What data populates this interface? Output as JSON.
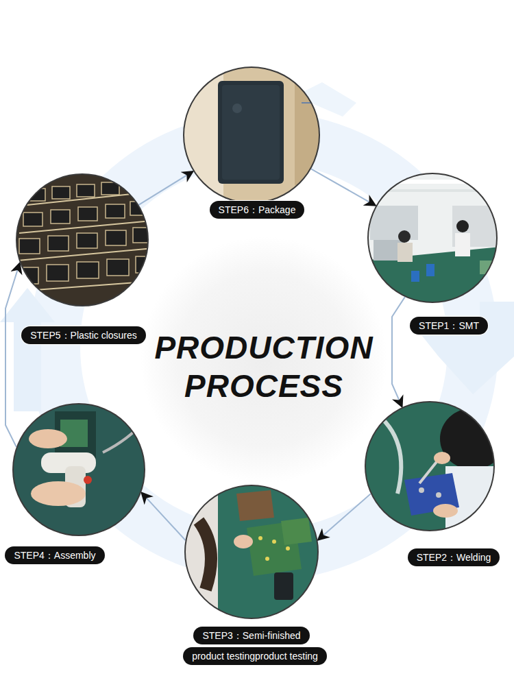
{
  "diagram": {
    "title": "PRODUCTION PROCESS",
    "nodes": [
      {
        "text": [
          "STEP1：SMT"
        ]
      },
      {
        "text": [
          "STEP2：Welding"
        ]
      },
      {
        "text": [
          "STEP3：Semi-finished",
          "product testingproduct testing"
        ]
      },
      {
        "text": [
          "STEP4：Assembly"
        ]
      },
      {
        "text": [
          "STEP5：Plastic closures"
        ]
      },
      {
        "text": [
          "STEP6：Package"
        ]
      }
    ],
    "edges": [
      {
        "from": 0,
        "to": 1,
        "arrow": "to"
      },
      {
        "from": 1,
        "to": 2,
        "arrow": "to"
      },
      {
        "from": 2,
        "to": 3,
        "arrow": "to"
      },
      {
        "from": 3,
        "to": 4,
        "arrow": "to"
      },
      {
        "from": 4,
        "to": 5,
        "arrow": "to"
      },
      {
        "from": 5,
        "to": 0,
        "arrow": "to"
      }
    ]
  }
}
